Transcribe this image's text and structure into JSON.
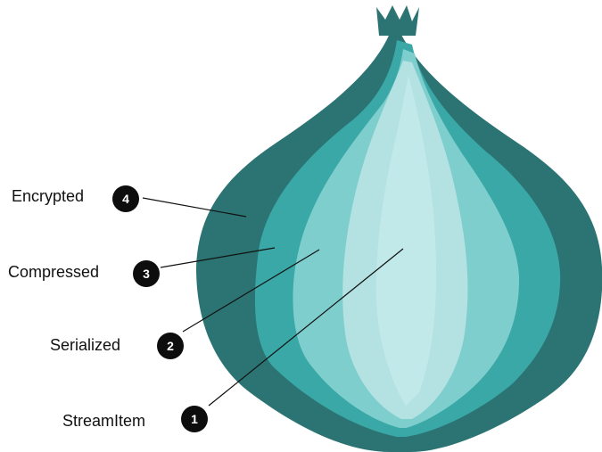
{
  "diagram": {
    "layers": [
      {
        "number": "4",
        "label": "Encrypted"
      },
      {
        "number": "3",
        "label": "Compressed"
      },
      {
        "number": "2",
        "label": "Serialized"
      },
      {
        "number": "1",
        "label": "StreamItem"
      }
    ]
  },
  "colors": {
    "outer_layer": "#2b7473",
    "layer_3": "#3aa8a6",
    "layer_2": "#7ecece",
    "core": "#b4e2e2",
    "core_highlight": "#cdeeee",
    "badge": "#0d0d0d",
    "leader_line": "#111111"
  }
}
